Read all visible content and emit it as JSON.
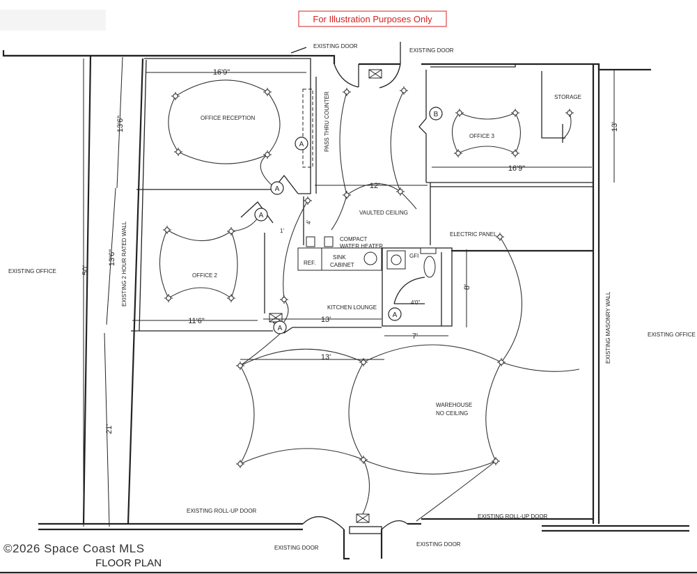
{
  "notice": "For Illustration Purposes Only",
  "copyright": "©2026 Space Coast MLS",
  "plan_title": "FLOOR PLAN",
  "rooms": {
    "office_reception": "OFFICE RECEPTION",
    "pass_thru_counter": "PASS THRU COUNTER",
    "office_3": "OFFICE 3",
    "storage": "STORAGE",
    "vaulted_ceiling": "VAULTED CEILING",
    "office_2": "OFFICE 2",
    "kitchen_lounge": "KITCHEN LOUNGE",
    "warehouse": "WAREHOUSE",
    "warehouse_note": "NO CEILING",
    "existing_office_left": "EXISTING OFFICE",
    "existing_office_right": "EXISTING OFFICE"
  },
  "labels": {
    "existing_door_top_left": "EXISTING DOOR",
    "existing_door_top_right": "EXISTING DOOR",
    "existing_door_bottom_left": "EXISTING DOOR",
    "existing_door_bottom_right": "EXISTING DOOR",
    "rollup_left": "EXISTING ROLL-UP DOOR",
    "rollup_right": "EXISTING ROLL-UP DOOR",
    "electric_panel": "ELECTRIC PANEL",
    "compact_water_heater_1": "COMPACT",
    "compact_water_heater_2": "WATER HEATER",
    "sink": "SINK",
    "cabinet": "CABINET",
    "ref": "REF.",
    "gfi": "GFI",
    "rated_wall": "EXISTING 2 HOUR RATED WALL",
    "masonry_wall": "EXISTING MASONRY WALL"
  },
  "dimensions": {
    "reception_width": "16'9\"",
    "reception_depth": "13'6\"",
    "office3_width": "16'9\"",
    "office3_depth": "13'",
    "vaulted_width": "12'",
    "office2_depth": "13'6\"",
    "office2_width": "11'6\"",
    "kitchen_width": "13'",
    "overall_depth": "50'",
    "kitchen_depth": "8'",
    "bath_width": "7'",
    "warehouse_span": "13'",
    "warehouse_depth": "21'",
    "bath_door": "4'0\"",
    "small_1": "1'",
    "small_2": "4'"
  },
  "tags": {
    "a": "A",
    "b": "B"
  }
}
